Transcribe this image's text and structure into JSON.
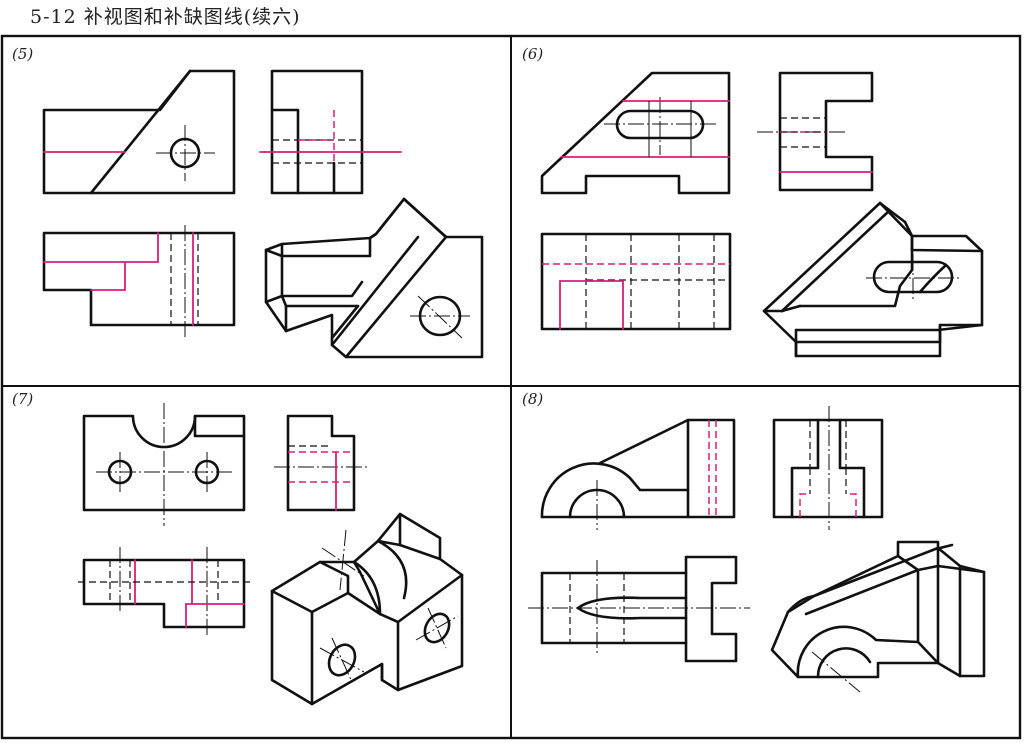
{
  "header": {
    "title": "5-12  补视图和补缺图线(续六)"
  },
  "panels": [
    {
      "label": "(5)"
    },
    {
      "label": "(6)"
    },
    {
      "label": "(7)"
    },
    {
      "label": "(8)"
    }
  ],
  "colors": {
    "ink": "#111111",
    "added_lines": "#d6207a",
    "background": "#ffffff"
  }
}
